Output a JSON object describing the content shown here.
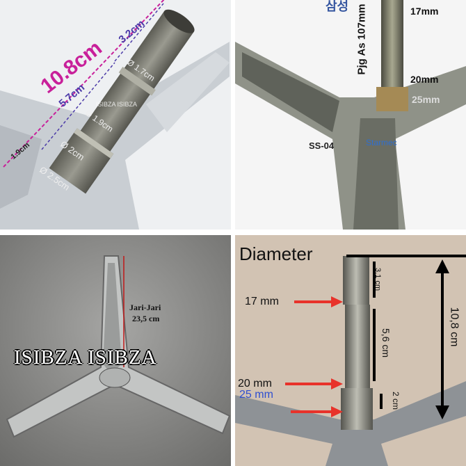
{
  "panels": {
    "top_left": {
      "total_length": "10.8cm",
      "upper_length": "3.2cm",
      "middle_length": "5.7cm",
      "bottom_length": "1.9cm",
      "diameter_top": "Ø 1.7cm",
      "diameter_middle": "Ø 1.9cm",
      "diameter_lower": "Ø 2cm",
      "diameter_base": "Ø 2.5cm",
      "watermark": "ISIBZA ISIBZA"
    },
    "top_right": {
      "brand_korean": "삼성",
      "shaft_length": "Pjg As 107mm",
      "d1": "17mm",
      "d2": "20mm",
      "d3": "25mm",
      "model": "SS-04",
      "watermark": "Starmec"
    },
    "bottom_left": {
      "radius_label": "Jari-Jari",
      "radius_value": "23,5 cm",
      "watermark": "ISIBZA ISIBZA"
    },
    "bottom_right": {
      "title": "Diameter",
      "d1": "17 mm",
      "d2": "20 mm",
      "d3": "25 mm",
      "len_top": "3,1 cm",
      "len_mid": "5,6 cm",
      "len_bottom": "2 cm",
      "len_total": "10,8 cm"
    }
  },
  "colors": {
    "magenta": "#c8209a",
    "purple": "#4b3aa8",
    "blue_label": "#2f6fd0",
    "arrow_red": "#e8322a"
  }
}
